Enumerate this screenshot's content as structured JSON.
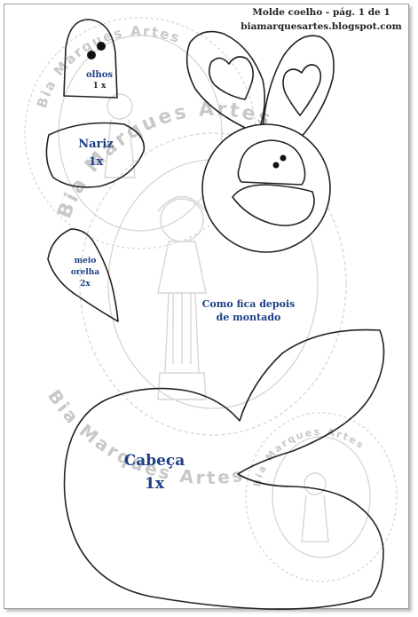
{
  "header": {
    "title": "Molde coelho - pág. 1 de 1",
    "url": "biamarquesartes.blogspot.com"
  },
  "watermark": {
    "text": "Bia Marques Artes",
    "color": "#c8c8c8"
  },
  "pieces": {
    "olhos": {
      "name": "olhos",
      "qty": "1 x"
    },
    "nariz": {
      "name": "Nariz",
      "qty": "1x"
    },
    "meio_orelha": {
      "line1": "meio",
      "line2": "orelha",
      "qty": "2x"
    },
    "cabeca": {
      "name": "Cabeça",
      "qty": "1x"
    }
  },
  "caption": {
    "line1": "Como fica depois",
    "line2": "de montado"
  },
  "colors": {
    "label_blue": "#1d3f86",
    "outline": "#222222",
    "watermark": "#c8c8c8"
  }
}
